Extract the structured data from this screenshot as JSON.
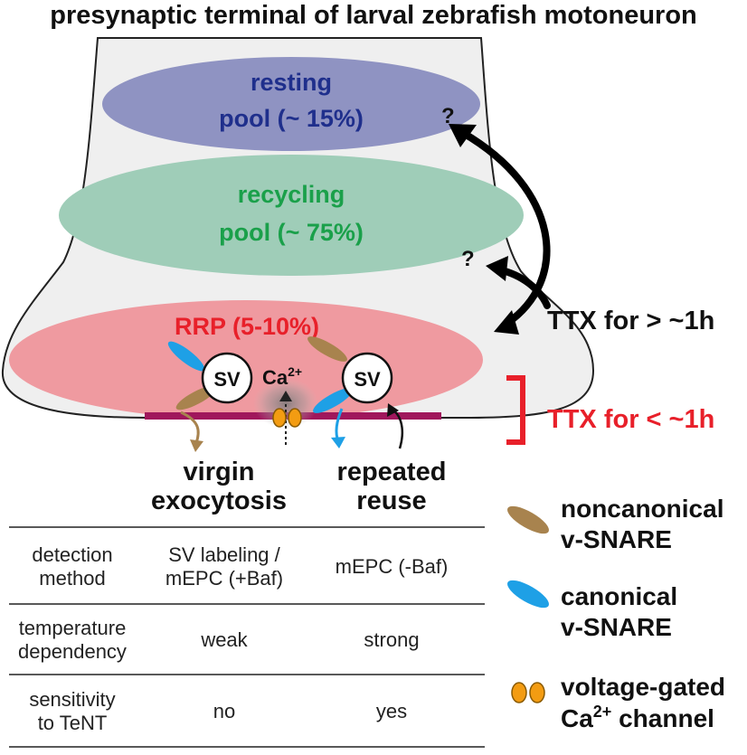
{
  "title": "presynaptic terminal of larval zebrafish motoneuron",
  "pools": {
    "resting": {
      "line1": "resting",
      "line2": "pool (~ 15%)",
      "color": "#1f2f8c",
      "fill": "#8f93c2"
    },
    "recycling": {
      "line1": "recycling",
      "line2": "pool (~ 75%)",
      "color": "#1aa04a",
      "fill": "#9fcdb8"
    },
    "rrp": {
      "label": "RRP (5-10%)",
      "color": "#e8202a",
      "fill": "#ef9aa0"
    }
  },
  "question_marks": [
    "?",
    "?"
  ],
  "sv_label": "SV",
  "ca_label": "Ca",
  "ca_sup": "2+",
  "ttx_long": "TTX for > ~1h",
  "ttx_short": "TTX for < ~1h",
  "modes": {
    "virgin": {
      "line1": "virgin",
      "line2": "exocytosis"
    },
    "reuse": {
      "line1": "repeated",
      "line2": "reuse"
    }
  },
  "legend": {
    "noncanonical": {
      "line1": "noncanonical",
      "line2": "v-SNARE",
      "icon": "brown-ellipse-icon",
      "color": "#a8834e"
    },
    "canonical": {
      "line1": "canonical",
      "line2": "v-SNARE",
      "icon": "blue-ellipse-icon",
      "color": "#1ea0e6"
    },
    "channel": {
      "line1": "voltage-gated",
      "line2a": "Ca",
      "line2sup": "2+",
      "line2b": " channel",
      "icon": "orange-channel-icon",
      "color": "#f39c12"
    }
  },
  "table": {
    "rows": [
      {
        "label": [
          "detection",
          "method"
        ],
        "virgin": [
          "SV labeling /",
          "mEPC (+Baf)"
        ],
        "reuse": [
          "mEPC (-Baf)"
        ]
      },
      {
        "label": [
          "temperature",
          "dependency"
        ],
        "virgin": [
          "weak"
        ],
        "reuse": [
          "strong"
        ]
      },
      {
        "label": [
          "sensitivity",
          "to TeNT"
        ],
        "virgin": [
          "no"
        ],
        "reuse": [
          "yes"
        ]
      }
    ]
  }
}
